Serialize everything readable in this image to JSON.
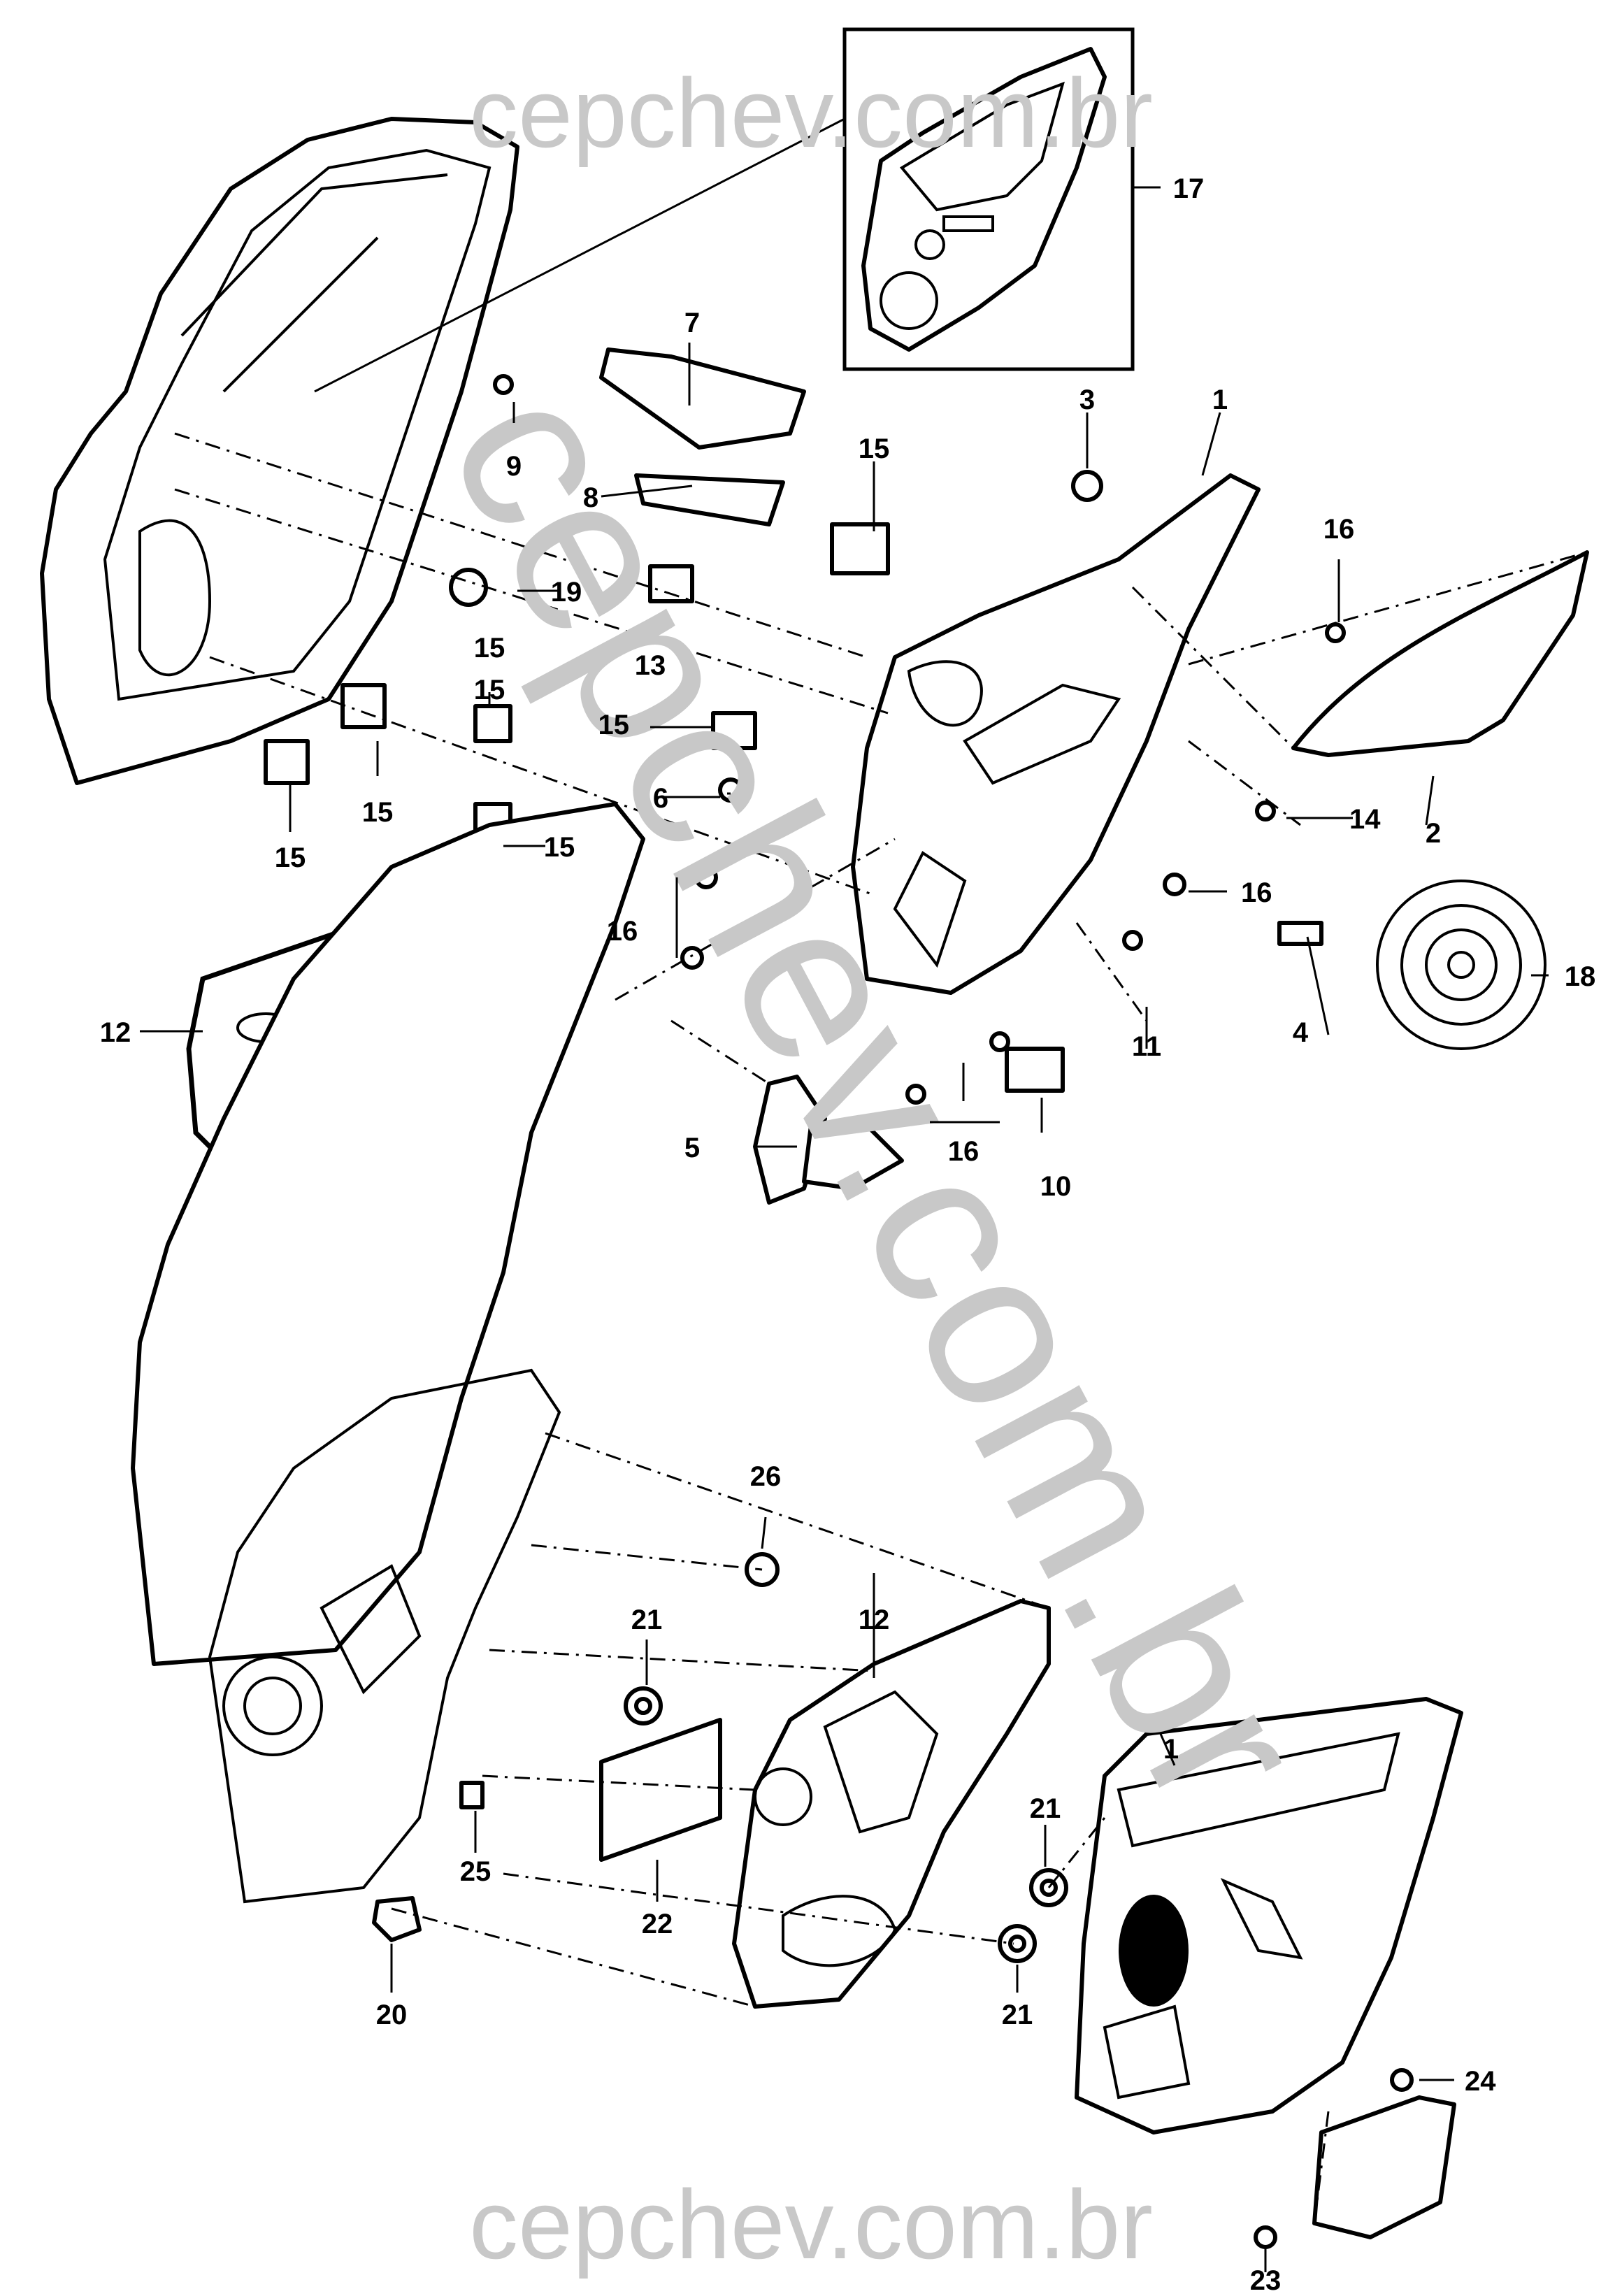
{
  "watermark": {
    "top": "cepchev.com.br",
    "diagonal": "cepchev.com.br",
    "bottom": "cepchev.com.br"
  },
  "callouts": {
    "c1a": "1",
    "c2": "2",
    "c3": "3",
    "c4": "4",
    "c5": "5",
    "c6": "6",
    "c7": "7",
    "c8": "8",
    "c9": "9",
    "c10": "10",
    "c11": "11",
    "c12a": "12",
    "c13": "13",
    "c14": "14",
    "c15a": "15",
    "c15b": "15",
    "c15c": "15",
    "c15d": "15",
    "c15e": "15",
    "c15f": "15",
    "c15g": "15",
    "c16a": "16",
    "c16b": "16",
    "c16c": "16",
    "c16d": "16",
    "c17": "17",
    "c18": "18",
    "c19": "19",
    "c1b": "1",
    "c12b": "12",
    "c20": "20",
    "c21a": "21",
    "c21b": "21",
    "c21c": "21",
    "c22": "22",
    "c23": "23",
    "c24": "24",
    "c25": "25",
    "c26": "26"
  }
}
